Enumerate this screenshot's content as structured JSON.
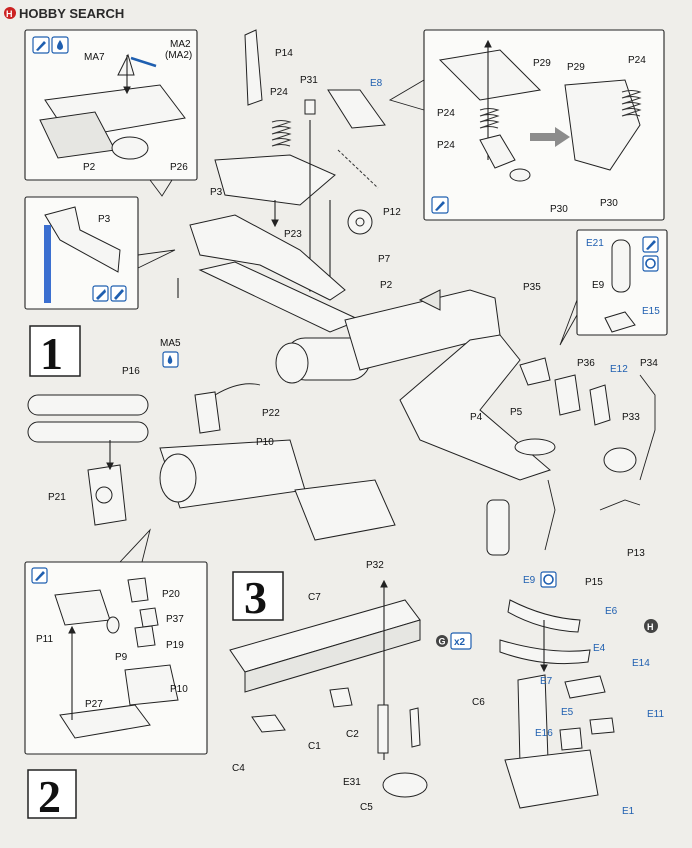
{
  "logo": {
    "text": "HOBBY SEARCH"
  },
  "step_numbers": {
    "step1": "1",
    "step2": "2",
    "step3": "3"
  },
  "icons": {
    "paint_brush": "paint-brush-icon",
    "paint_drop": "paint-drop-icon",
    "glue": "cement-icon",
    "file": "file-sand-icon",
    "rotate": "rotate-icon",
    "marker_g": "G",
    "marker_h": "H"
  },
  "labels": {
    "MA7": "MA7",
    "MA2": "MA2",
    "MA2_alt": "(MA2)",
    "P2_inset": "P2",
    "P26": "P26",
    "P14": "P14",
    "P31": "P31",
    "E8": "E8",
    "P24_main": "P24",
    "P3_main": "P3",
    "P23": "P23",
    "P12": "P12",
    "P7": "P7",
    "P2_main": "P2",
    "P3_inset": "P3",
    "P29a": "P29",
    "P29b": "P29",
    "P24a": "P24",
    "P24b": "P24",
    "P24c": "P24",
    "P30a": "P30",
    "P30b": "P30",
    "E21": "E21",
    "E9_inset": "E9",
    "E15": "E15",
    "MA5": "MA5",
    "P35": "P35",
    "P36": "P36",
    "E12": "E12",
    "P34": "P34",
    "P16": "P16",
    "P22": "P22",
    "P10_main": "P10",
    "P4": "P4",
    "P5": "P5",
    "P33": "P33",
    "P21": "P21",
    "P32": "P32",
    "P13": "P13",
    "E9_main": "E9",
    "P15": "P15",
    "P20": "P20",
    "P37": "P37",
    "P11": "P11",
    "P19": "P19",
    "P9": "P9",
    "P10_inset": "P10",
    "P27": "P27",
    "C7": "C7",
    "x2": "x2",
    "E6": "E6",
    "E4": "E4",
    "E14": "E14",
    "E7": "E7",
    "E5": "E5",
    "E11": "E11",
    "E16": "E16",
    "C4": "C4",
    "C1": "C1",
    "C2": "C2",
    "C6": "C6",
    "E31": "E31",
    "C5": "C5",
    "E1": "E1"
  }
}
